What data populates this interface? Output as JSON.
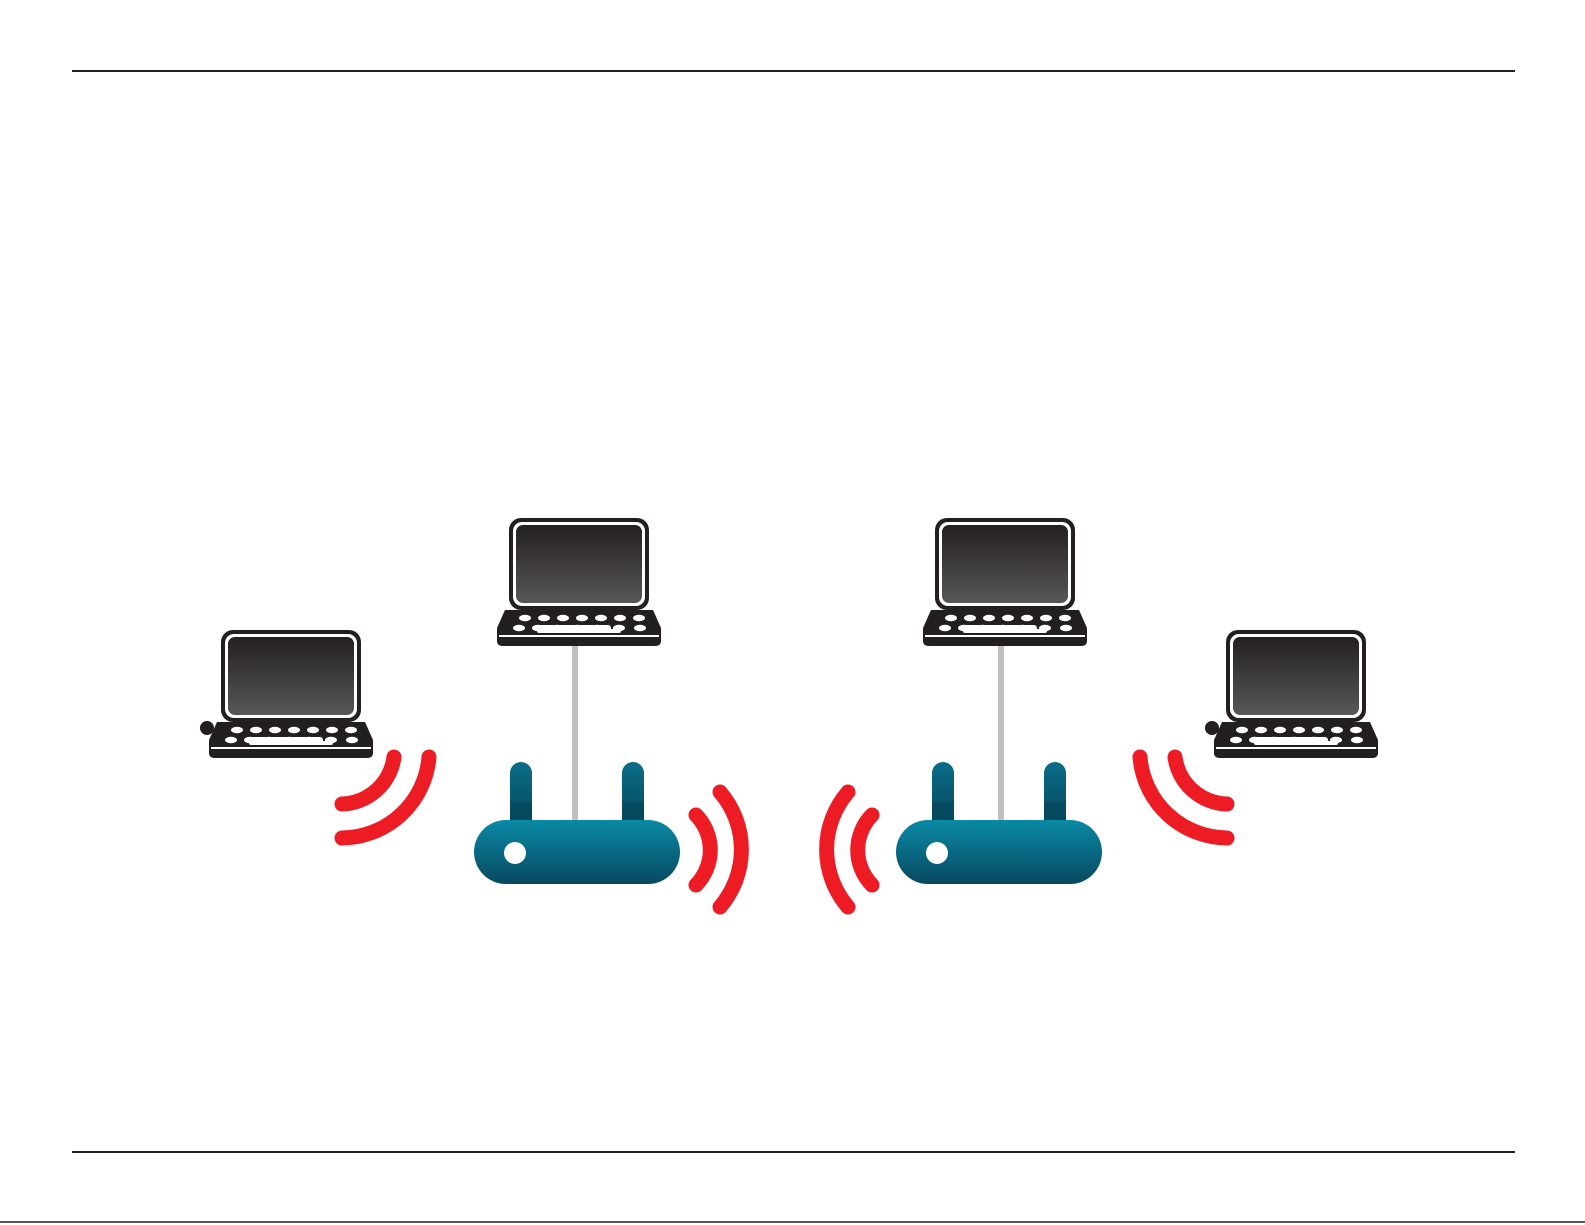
{
  "page": {
    "background": "#ffffff",
    "rule_color": "#231f20"
  },
  "diagram": {
    "description_text": "",
    "nodes": [
      {
        "id": "laptop-far-left",
        "kind": "laptop",
        "icon": "laptop-icon",
        "link": "wireless"
      },
      {
        "id": "laptop-center-left",
        "kind": "laptop",
        "icon": "laptop-icon",
        "link": "wired"
      },
      {
        "id": "router-left",
        "kind": "router",
        "icon": "router-icon"
      },
      {
        "id": "router-right",
        "kind": "router",
        "icon": "router-icon"
      },
      {
        "id": "laptop-center-right",
        "kind": "laptop",
        "icon": "laptop-icon",
        "link": "wired"
      },
      {
        "id": "laptop-far-right",
        "kind": "laptop",
        "icon": "laptop-icon",
        "link": "wireless"
      }
    ],
    "edges": [
      {
        "from": "laptop-center-left",
        "to": "router-left",
        "type": "wired"
      },
      {
        "from": "laptop-center-right",
        "to": "router-right",
        "type": "wired"
      },
      {
        "from": "laptop-far-left",
        "to": "router-left",
        "type": "wireless"
      },
      {
        "from": "router-left",
        "to": "router-right",
        "type": "wireless"
      },
      {
        "from": "laptop-far-right",
        "to": "router-right",
        "type": "wireless"
      }
    ],
    "colors": {
      "signal": "#ed1c24",
      "router_light": "#0a8aa6",
      "router_dark": "#07485f",
      "antenna": "#0b5f78",
      "cable": "#c0c0c0",
      "laptop_body": "#231f20",
      "screen_top": "#231f20",
      "screen_bottom": "#5a5758",
      "key": "#ffffff"
    }
  }
}
